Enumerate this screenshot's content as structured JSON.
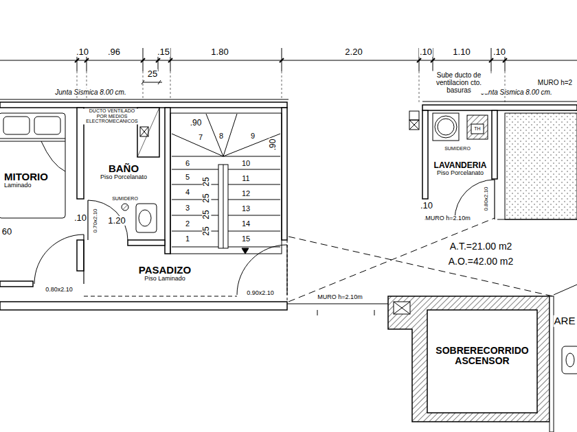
{
  "diagram": {
    "nodes": [
      {
        "text": [
          "MITORIO",
          "Laminado"
        ]
      },
      {
        "text": [
          "BAÑO",
          "Piso Porcelanato"
        ]
      },
      {
        "text": [
          "PASADIZO",
          "Piso Laminado"
        ]
      },
      {
        "text": [
          "LAVANDERIA",
          "Piso Porcelanato"
        ]
      },
      {
        "text": [
          "SOBRERECORRIDO ASCENSOR"
        ]
      }
    ],
    "labels": [
      ".10",
      ".96",
      ".15",
      "1.80",
      "2.20",
      ".10",
      "1.10",
      ".10",
      "25",
      "Junta Sismica 8.00 cm.",
      "Junta Sismica 8.00 cm.",
      "MURO h=2",
      "DUCTO VENTILADO POR MEDIOS ELECTROMECANICOS",
      "Sube ducto de ventilacion cto. basuras",
      ".90",
      ".90",
      "1",
      "2",
      "3",
      "4",
      "5",
      "6",
      "7",
      "8",
      "9",
      "10",
      "11",
      "12",
      "13",
      "14",
      "15",
      "25",
      "25",
      "25",
      "25",
      "SUMIDERO",
      "1.20",
      ".10",
      "0.70x2.10",
      "60",
      "0.80x2.10",
      "0.90x2.10",
      "MURO h=2.10m",
      "SUMIDERO",
      "TH",
      ".10",
      "MURO h=2.10m",
      "0.80x2.10",
      "A.T.=21.00 m2",
      "A.O.=42.00 m2",
      "ARE"
    ]
  }
}
